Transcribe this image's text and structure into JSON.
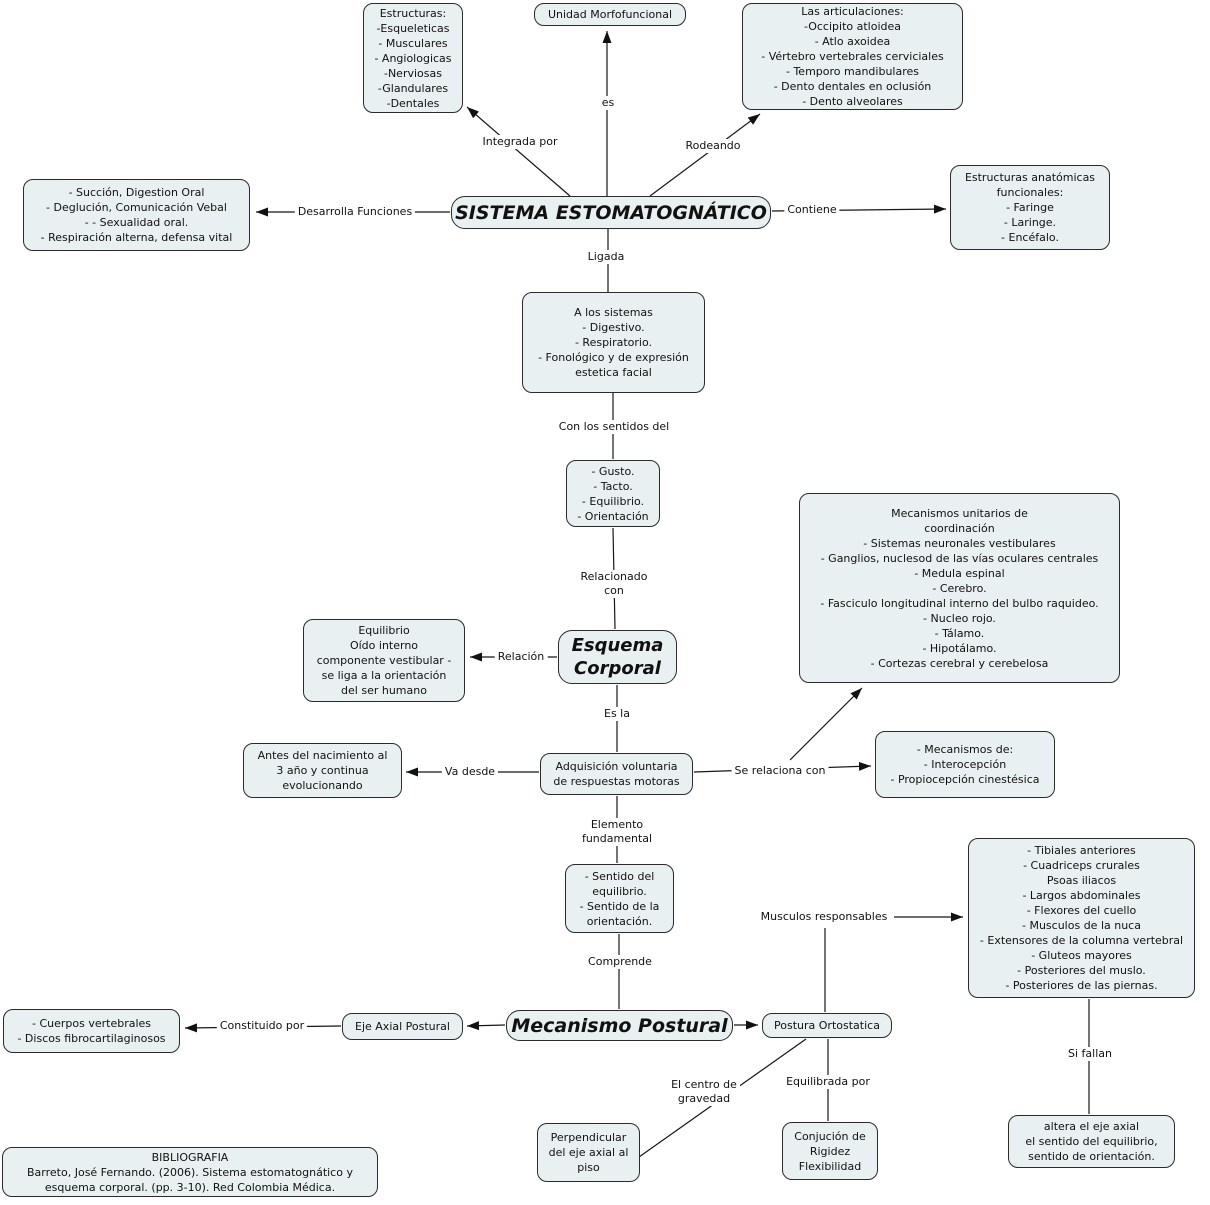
{
  "colors": {
    "node_fill": "#e9f0f2",
    "node_border": "#2b2b2b",
    "line": "#161616",
    "background": "#ffffff"
  },
  "nodes": {
    "estructuras": {
      "label": "Estructuras:\n-Esqueleticas\n- Musculares\n- Angiologicas\n-Nerviosas\n-Glandulares\n-Dentales"
    },
    "unidad": {
      "label": "Unidad Morfofuncional"
    },
    "articulaciones": {
      "label": "Las articulaciones:\n-Occipito atloidea\n- Atlo axoidea\n- Vértebro vertebrales cerviciales\n- Temporo mandibulares\n- Dento dentales en oclusión\n- Dento alveolares"
    },
    "funciones": {
      "label": "- Succión, Digestion Oral\n- Deglución, Comunicación Vebal\n- - Sexualidad oral.\n- Respiración alterna, defensa vital"
    },
    "sistema": {
      "label": "SISTEMA ESTOMATOGNÁTICO"
    },
    "anatomicas": {
      "label": "Estructuras anatómicas\nfuncionales:\n- Faringe\n- Laringe.\n- Encéfalo."
    },
    "sistemas": {
      "label": "A los sistemas\n- Digestivo.\n- Respiratorio.\n- Fonológico y de expresión\nestetica facial"
    },
    "sentidos": {
      "label": "- Gusto.\n- Tacto.\n- Equilibrio.\n- Orientación"
    },
    "coordinacion": {
      "label": "Mecanismos unitarios de\ncoordinación\n- Sistemas neuronales vestibulares\n- Ganglios, nuclesod de las vías oculares centrales\n- Medula espinal\n- Cerebro.\n- Fasciculo longitudinal interno del bulbo raquideo.\n- Nucleo rojo.\n- Tálamo.\n- Hipotálamo.\n- Cortezas cerebral y cerebelosa"
    },
    "equilibrio_oido": {
      "label": "Equilibrio\nOído interno\ncomponente vestibular -\nse liga a la orientación\ndel ser humano"
    },
    "esquema": {
      "label": "Esquema\nCorporal"
    },
    "nacimiento": {
      "label": "Antes del nacimiento al\n3 año y continua\nevolucionando"
    },
    "adquisicion": {
      "label": "Adquisición voluntaria\nde respuestas motoras"
    },
    "interocepcion": {
      "label": "- Mecanismos de:\n- Interocepción\n- Propiocepción cinestésica"
    },
    "sentido_equilibrio": {
      "label": "- Sentido del\nequilibrio.\n- Sentido de la\norientación."
    },
    "musculos": {
      "label": "- Tibiales anteriores\n- Cuadriceps crurales\nPsoas iliacos\n- Largos abdominales\n- Flexores del cuello\n- Musculos de la nuca\n- Extensores de la columna vertebral\n- Gluteos mayores\n- Posteriores del muslo.\n- Posteriores de las piernas."
    },
    "cuerpos": {
      "label": "- Cuerpos vertebrales\n- Discos fibrocartilaginosos"
    },
    "eje_axial": {
      "label": "Eje Axial Postural"
    },
    "mecanismo": {
      "label": "Mecanismo Postural"
    },
    "postura": {
      "label": "Postura Ortostatica"
    },
    "perpendicular": {
      "label": "Perpendicular\ndel eje axial al\npiso"
    },
    "conjucion": {
      "label": "Conjución de\nRigidez\nFlexibilidad"
    },
    "altera": {
      "label": "altera el eje axial\nel sentido del equilibrio,\nsentido de orientación."
    },
    "bibliografia": {
      "label": "BIBLIOGRAFIA\nBarreto, José Fernando. (2006). Sistema estomatognático y\nesquema corporal. (pp. 3-10). Red Colombia Médica."
    }
  },
  "edge_labels": {
    "integrada": "Integrada por",
    "es": "es",
    "rodeando": "Rodeando",
    "desarrolla": "Desarrolla Funciones",
    "contiene": "Contiene",
    "ligada": "Ligada",
    "con_sentidos": "Con los sentidos del",
    "relacionado": "Relacionado\ncon",
    "relacion": "Relación",
    "es_la": "Es la",
    "va_desde": "Va desde",
    "se_relaciona": "Se relaciona con",
    "elemento": "Elemento\nfundamental",
    "comprende": "Comprende",
    "musculos_resp": "Musculos responsables",
    "constituido": "Constituido por",
    "centro_gravedad": "El centro de\ngravedad",
    "equilibrada": "Equilibrada por",
    "si_fallan": "Si fallan"
  }
}
